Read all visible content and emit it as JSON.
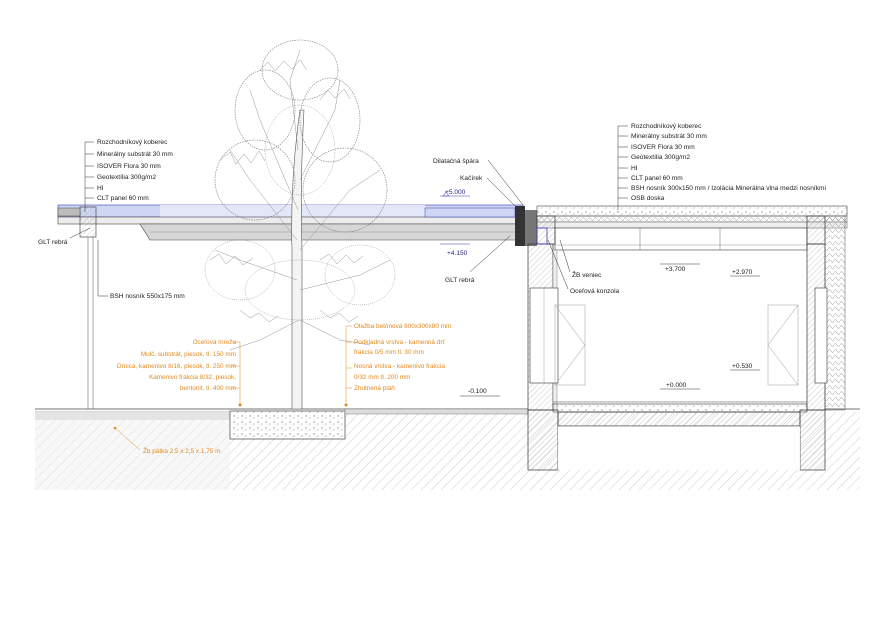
{
  "left_layers": [
    "Rozchodníkový koberec",
    "Minerálny substrát 30 mm",
    "ISOVER Flora 30 mm",
    "Geotextília 300g/m2",
    "HI",
    "CLT panel 60 mm"
  ],
  "right_layers": [
    "Rozchodníkový koberec",
    "Minerálny substrát 30 mm",
    "ISOVER Flora 30 mm",
    "Geotextília 300g/m2",
    "HI",
    "CLT panel 60 mm",
    "BSH nosník 300x150 mm / Izolácia Minerálna vlna medzi nosníkmi",
    "OSB doska"
  ],
  "labels": {
    "glt_rebra_left": "GLT rebrá",
    "bsh_nosnik_left": "BSH nosník 550x175 mm",
    "dilatacna_spara": "Dilatačná špára",
    "kacirek": "Kačírek",
    "glt_rebra_mid": "GLT rebrá",
    "zb_veniec": "ŽB veniec",
    "ocelova_konzola": "Oceľová konzola"
  },
  "ground_left": [
    "Oceľová mreža",
    "Mulč, substrát, piesok, tl. 150 mm",
    "Ornica, kamenivo 8/16, piesok, tl. 250 mm",
    "Kamenivo frakcia 8/32, piesok,",
    "bentonit, tl. 400 mm"
  ],
  "ground_right": [
    "Olažba betónová 600x300x80 mm",
    "Podkladná vrstva - kamenná drť",
    "frakcia 0/5 mm tl. 30 mm",
    "Nosná vrstva - kamenivo frakcia",
    "0/32 mm tl. 200 mm",
    "Zhutnená pláň"
  ],
  "subsoil": "Žb pätka 2,5 x 2,5 x 1,75 m",
  "levels": {
    "plus_5000": "+5.000",
    "plus_4150": "+4.150",
    "plus_3700": "+3.700",
    "plus_2970": "+2.970",
    "plus_0530": "+0.530",
    "plus_0000": "+0.000",
    "minus_0100": "-0.100"
  },
  "colors": {
    "annotation_orange": "#e08a1e",
    "glass_blue": "#cfd6f3",
    "line_blue": "#3a3ab8",
    "ground_gray": "#e4e4e4",
    "concrete_fill": "#d9d9d9"
  }
}
